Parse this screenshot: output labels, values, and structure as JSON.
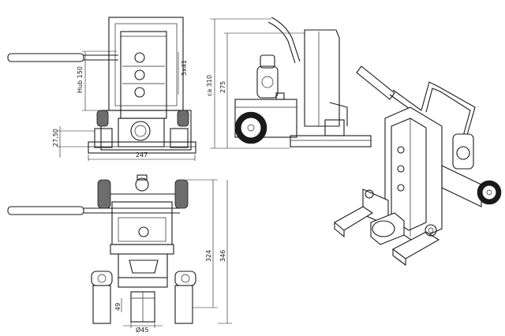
{
  "dimensions": {
    "stroke_150": "Hub 150",
    "lift_5x41": "5x41",
    "height_27_50": "27,50",
    "width_247": "247",
    "height_ca_310": "ca 310",
    "height_275": "275",
    "height_324": "324",
    "height_346": "346",
    "pin_49": "49",
    "diameter_45": "Ø45"
  },
  "colors": {
    "line": "#1a1a1a",
    "tyre": "#6d6d6d",
    "background": "#ffffff"
  }
}
